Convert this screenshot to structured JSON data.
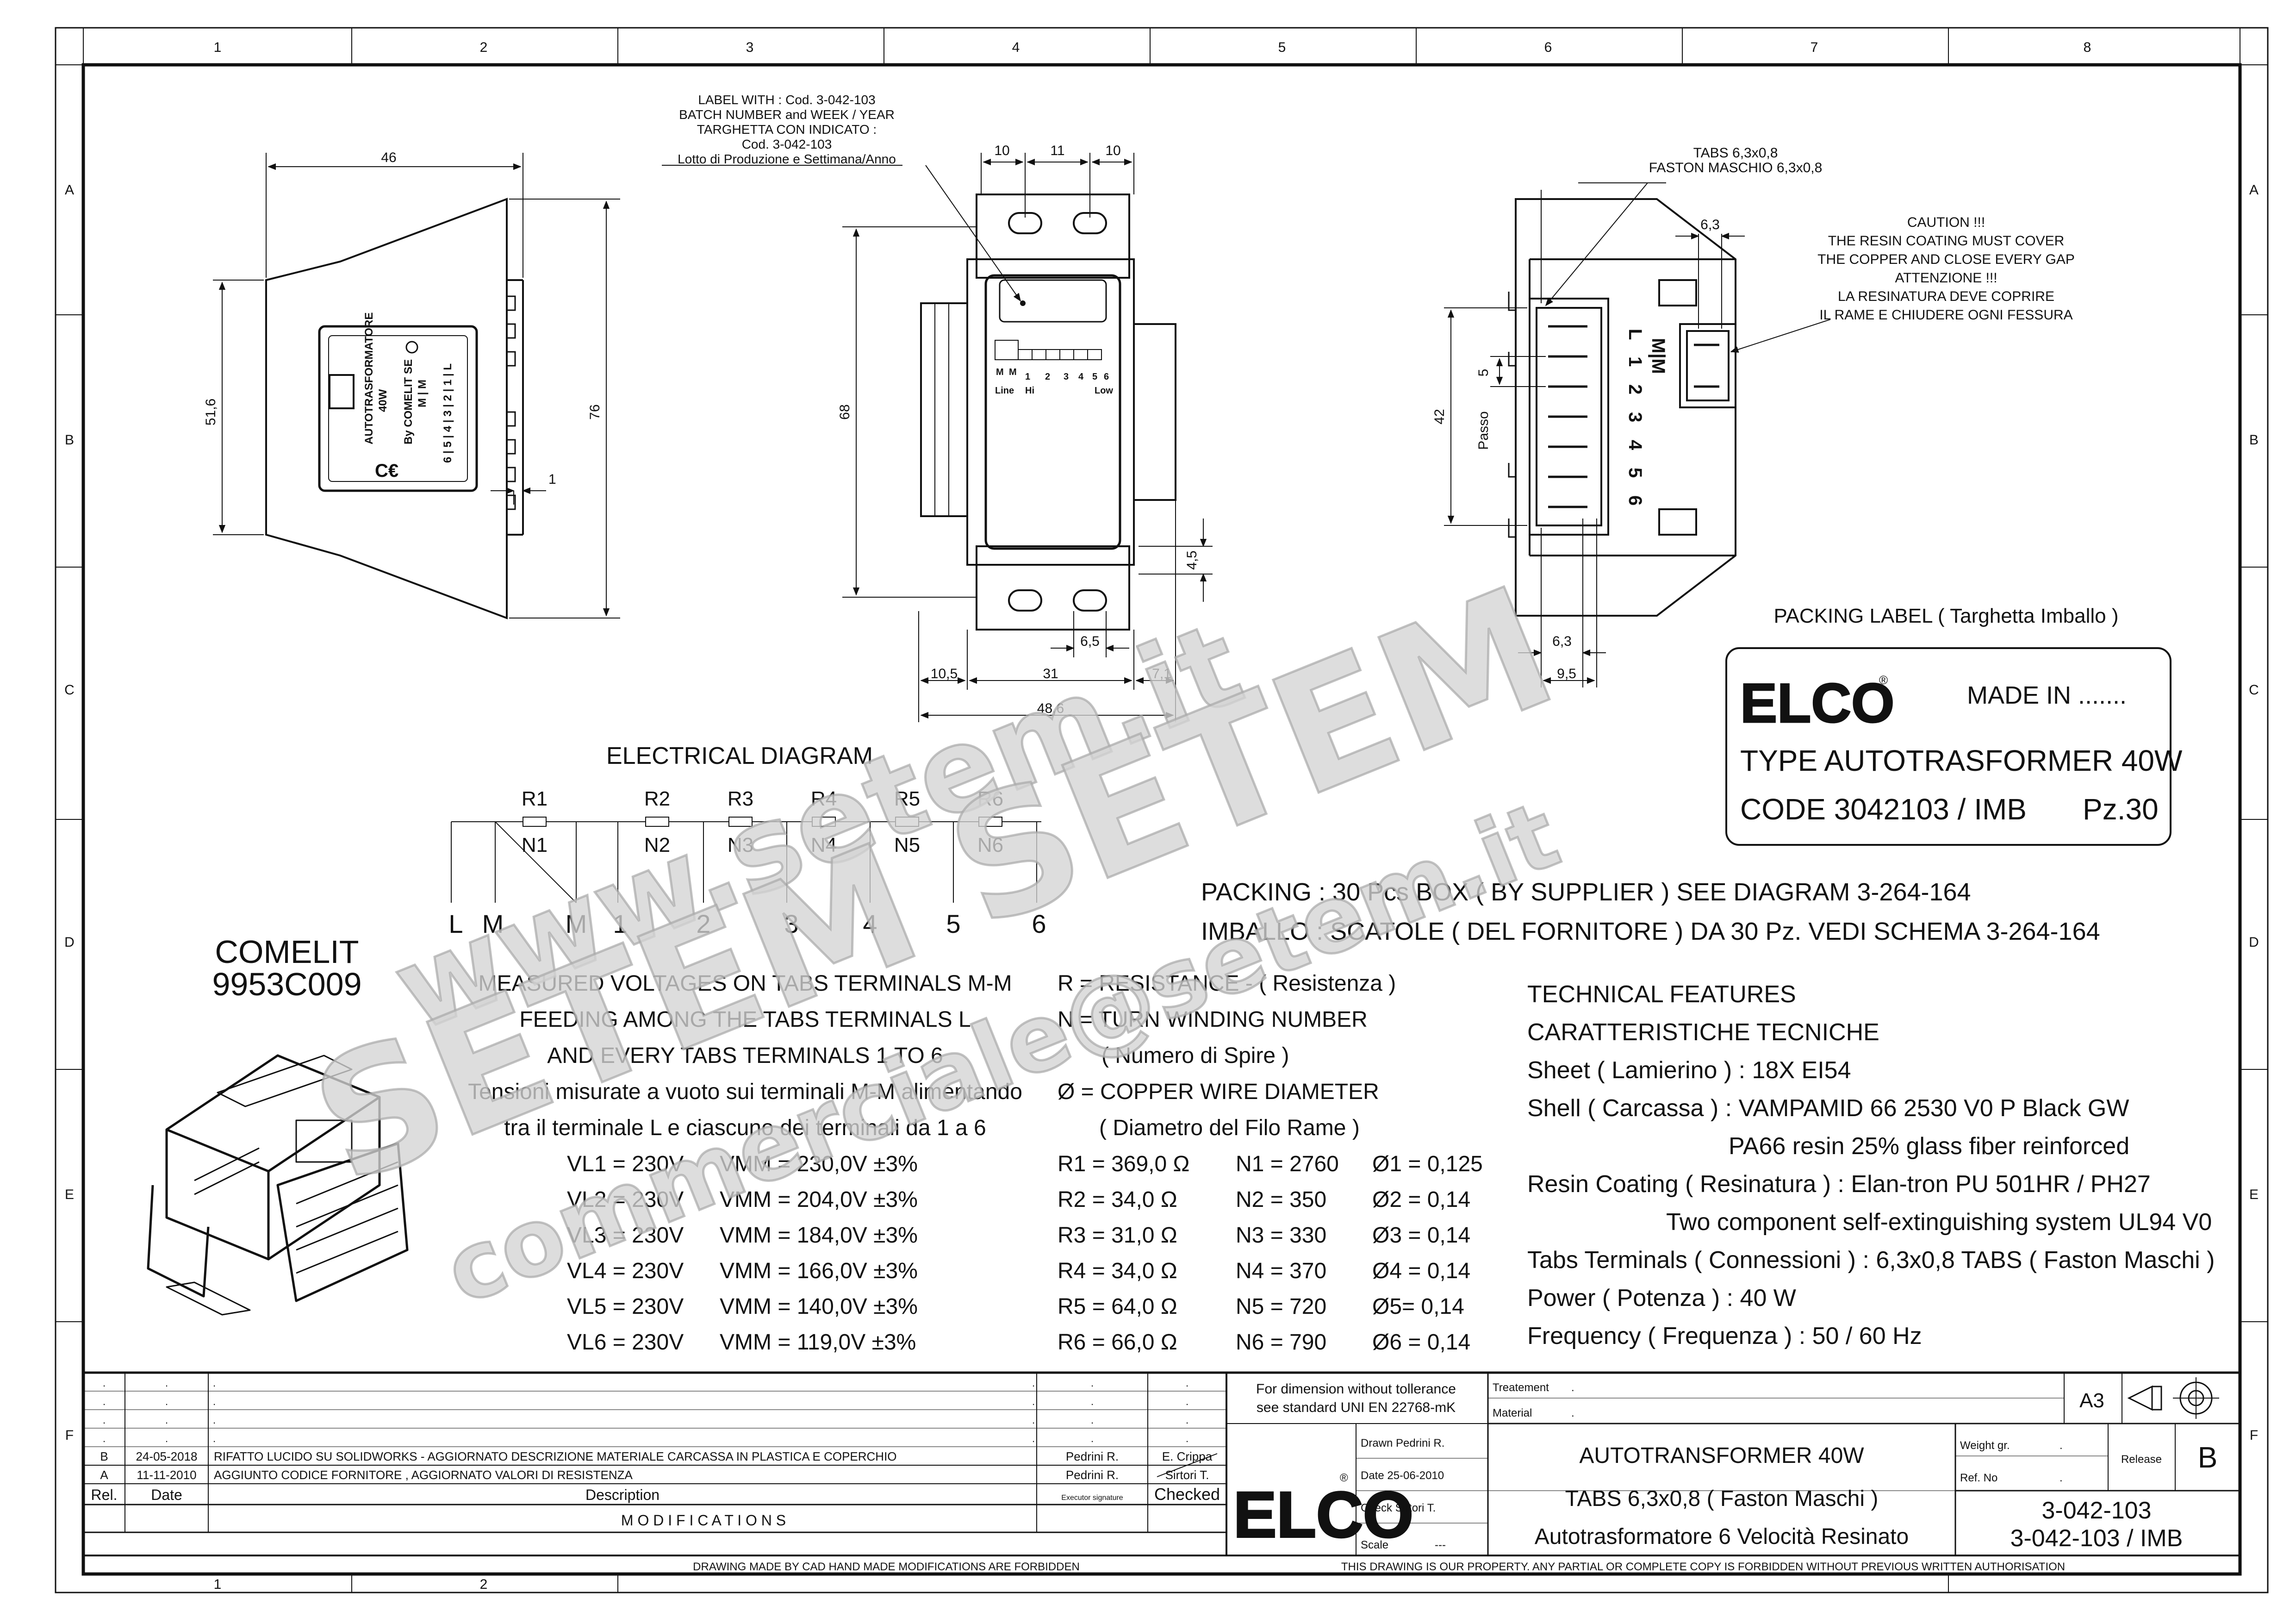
{
  "frame": {
    "columns": [
      "1",
      "2",
      "3",
      "4",
      "5",
      "6",
      "7",
      "8"
    ],
    "rows": [
      "A",
      "B",
      "C",
      "D",
      "E",
      "F"
    ]
  },
  "watermark": {
    "line1": "www.setem.it",
    "line2": "SETEM SETEM",
    "line3": "commerciale@setem.it"
  },
  "label_note": [
    "LABEL WITH : Cod. 3-042-103",
    "BATCH NUMBER and  WEEK / YEAR",
    "TARGHETTA CON INDICATO :",
    "Cod. 3-042-103",
    "Lotto di Produzione e Settimana/Anno"
  ],
  "dims_left": {
    "w46": "46",
    "h51_6": "51,6",
    "h76": "76",
    "d1": "1"
  },
  "dims_front": {
    "d10a": "10",
    "d11": "11",
    "d10b": "10",
    "h68": "68",
    "d4_5": "4,5",
    "d6_5": "6,5",
    "d10_5": "10,5",
    "d31": "31",
    "d7_1": "7,1",
    "d48_6": "48,6"
  },
  "dims_right": {
    "tabs": [
      "TABS 6,3x0,8",
      "FASTON MASCHIO 6,3x0,8"
    ],
    "d6_3_top": "6,3",
    "h42": "42",
    "passo": "Passo",
    "passo_val": "5",
    "d6_3_bot": "6,3",
    "d9_5": "9,5"
  },
  "caution": [
    "CAUTION !!!",
    "THE RESIN COATING MUST COVER",
    "THE COPPER AND CLOSE EVERY GAP",
    "ATTENZIONE !!!",
    "LA RESINATURA DEVE COPRIRE",
    "IL RAME E CHIUDERE OGNI FESSURA"
  ],
  "side_label": {
    "text1": "AUTOTRASFORMATORE",
    "text2": "40W",
    "text3": "By COMELIT SE",
    "mm": "M | M",
    "nums": "6 | 5 | 4 | 3 | 2 | 1 | L"
  },
  "front_label": {
    "pins": [
      "M",
      "M",
      "1",
      "2",
      "3",
      "4",
      "5",
      "6"
    ],
    "line": "Line",
    "hi": "Hi",
    "low": "Low"
  },
  "connector_labels": [
    "L",
    "1",
    "2",
    "3",
    "4",
    "5",
    "6"
  ],
  "connector_mm": "M|M",
  "packing_label": {
    "title": "PACKING LABEL ( Targhetta Imballo )",
    "brand": "ELCO",
    "made_in": "MADE IN .......",
    "type": "TYPE AUTOTRASFORMER 40W",
    "code": "CODE 3042103 / IMB",
    "pz": "Pz.30"
  },
  "electrical": {
    "title": "ELECTRICAL DIAGRAM",
    "resistors": [
      "R1",
      "R2",
      "R3",
      "R4",
      "R5",
      "R6"
    ],
    "windings": [
      "N1",
      "N2",
      "N3",
      "N4",
      "N5",
      "N6"
    ],
    "terminals": [
      "L",
      "M",
      "M",
      "1",
      "2",
      "3",
      "4",
      "5",
      "6"
    ]
  },
  "packing": [
    "PACKING : 30 Pcs BOX ( BY SUPPLIER ) SEE DIAGRAM 3-264-164",
    "IMBALLO : SCATOLE ( DEL FORNITORE ) DA 30 Pz. VEDI SCHEMA 3-264-164"
  ],
  "comelit": [
    "COMELIT",
    "9953C009"
  ],
  "measured": [
    "MEASURED VOLTAGES ON TABS TERMINALS M-M",
    "FEEDING AMONG THE TABS TERMINALS L",
    "AND EVERY TABS TERMINALS 1 TO 6",
    "Tensioni misurate a vuoto sui terminali M-M alimentando",
    "tra il terminale L e ciascuno dei terminali da 1 a 6"
  ],
  "voltages": [
    {
      "vl": "VL1 = 230V",
      "vmm": "VMM = 230,0V ±3%"
    },
    {
      "vl": "VL2 = 230V",
      "vmm": "VMM = 204,0V ±3%"
    },
    {
      "vl": "VL3 = 230V",
      "vmm": "VMM = 184,0V ±3%"
    },
    {
      "vl": "VL4 = 230V",
      "vmm": "VMM = 166,0V ±3%"
    },
    {
      "vl": "VL5 = 230V",
      "vmm": "VMM = 140,0V ±3%"
    },
    {
      "vl": "VL6 = 230V",
      "vmm": "VMM = 119,0V ±3%"
    }
  ],
  "legend": [
    "R = RESISTANCE - ( Resistenza )",
    "N = TURN WINDING NUMBER",
    "( Numero di Spire )",
    "Ø = COPPER WIRE DIAMETER",
    "( Diametro del Filo Rame )"
  ],
  "rn_table": [
    {
      "r": "R1 = 369,0 Ω",
      "n": "N1 = 2760",
      "d": "Ø1 = 0,125"
    },
    {
      "r": "R2 =   34,0 Ω",
      "n": "N2 =   350",
      "d": "Ø2 = 0,14"
    },
    {
      "r": "R3 =   31,0 Ω",
      "n": "N3 =   330",
      "d": "Ø3 = 0,14"
    },
    {
      "r": "R4 =   34,0 Ω",
      "n": "N4 =   370",
      "d": "Ø4 = 0,14"
    },
    {
      "r": "R5 =   64,0 Ω",
      "n": "N5 =   720",
      "d": "Ø5= 0,14"
    },
    {
      "r": "R6 =   66,0 Ω",
      "n": "N6 =   790",
      "d": "Ø6 = 0,14"
    }
  ],
  "technical": [
    "TECHNICAL FEATURES",
    "CARATTERISTICHE TECNICHE",
    "Sheet ( Lamierino ) : 18X   EI54",
    "Shell ( Carcassa ) : VAMPAMID 66 2530 V0 P Black GW",
    "PA66 resin 25% glass fiber reinforced",
    "Resin Coating ( Resinatura ) : Elan-tron PU 501HR / PH27",
    "Two component self-extinguishing system UL94 V0",
    "Tabs Terminals ( Connessioni ) : 6,3x0,8 TABS ( Faston Maschi )",
    "Power ( Potenza ) : 40 W",
    "Frequency ( Frequenza ) : 50 / 60 Hz"
  ],
  "title_block": {
    "mods": [
      {
        "rel": "B",
        "date": "24-05-2018",
        "desc": "RIFATTO LUCIDO SU SOLIDWORKS - AGGIORNATO DESCRIZIONE MATERIALE CARCASSA IN PLASTICA E COPERCHIO",
        "sig": "Pedrini R.",
        "chk": "E. Crippa"
      },
      {
        "rel": "A",
        "date": "11-11-2010",
        "desc": "AGGIUNTO CODICE FORNITORE , AGGIORNATO VALORI DI RESISTENZA",
        "sig": "Pedrini R.",
        "chk": "Sirtori T."
      }
    ],
    "hdr_rel": "Rel.",
    "hdr_date": "Date",
    "hdr_desc": "Description",
    "hdr_sig": "Executor signature",
    "hdr_chk": "Checked",
    "modifications": "M O D I F I C A T I O N S",
    "tolerance": [
      "For dimension without tollerance",
      "see standard UNI EN 22768-mK"
    ],
    "treatment": "Treatement",
    "material": "Material",
    "format": "A3",
    "brand": "ELCO",
    "drawn": "Drawn   Pedrini R.",
    "date": "Date     25-06-2010",
    "check": "Check    Sirtori T.",
    "scale": "Scale",
    "scale_val": "---",
    "title1": "AUTOTRANSFORMER  40W",
    "title2": "TABS 6,3x0,8 ( Faston Maschi )",
    "title3": "Autotrasformatore 6 Velocità Resinato",
    "weight": "Weight gr.",
    "ref": "Ref. No",
    "release": "Release",
    "release_val": "B",
    "code1": "3-042-103",
    "code2": "3-042-103 / IMB"
  },
  "footer": {
    "left": "DRAWING MADE BY CAD HAND MADE MODIFICATIONS ARE FORBIDDEN",
    "right": "THIS DRAWING IS OUR PROPERTY. ANY PARTIAL OR COMPLETE COPY IS FORBIDDEN WITHOUT PREVIOUS WRITTEN AUTHORISATION"
  }
}
